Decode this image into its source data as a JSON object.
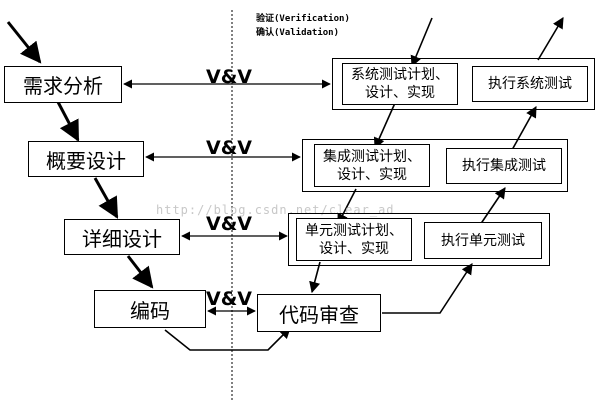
{
  "header": {
    "verification": "验证(Verification)",
    "validation": "确认(Validation)"
  },
  "left_boxes": {
    "requirements": "需求分析",
    "overview": "概要设计",
    "detail": "详细设计",
    "coding": "编码"
  },
  "vv_label": "V&V",
  "right_groups": {
    "system": {
      "plan": "系统测试计划、设计、实现",
      "exec": "执行系统测试"
    },
    "integration": {
      "plan": "集成测试计划、设计、实现",
      "exec": "执行集成测试"
    },
    "unit": {
      "plan": "单元测试计划、设计、实现",
      "exec": "执行单元测试"
    }
  },
  "code_review": "代码审查",
  "watermark": "http://blog.csdn.net/clear_ad"
}
